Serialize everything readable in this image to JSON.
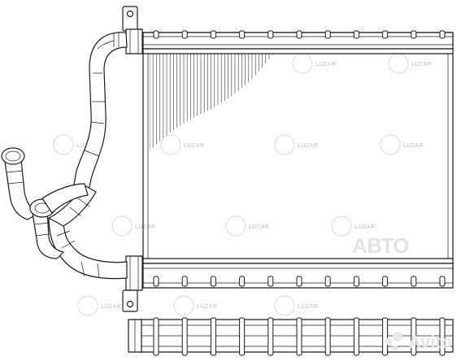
{
  "watermark": {
    "text": "LUZAR"
  },
  "overlay_brand": {
    "text": "АВТО"
  },
  "corner_brand": {
    "text": "Avito"
  },
  "drawing": {
    "tank_tabs": 11,
    "lower_view_tabs": 11
  }
}
